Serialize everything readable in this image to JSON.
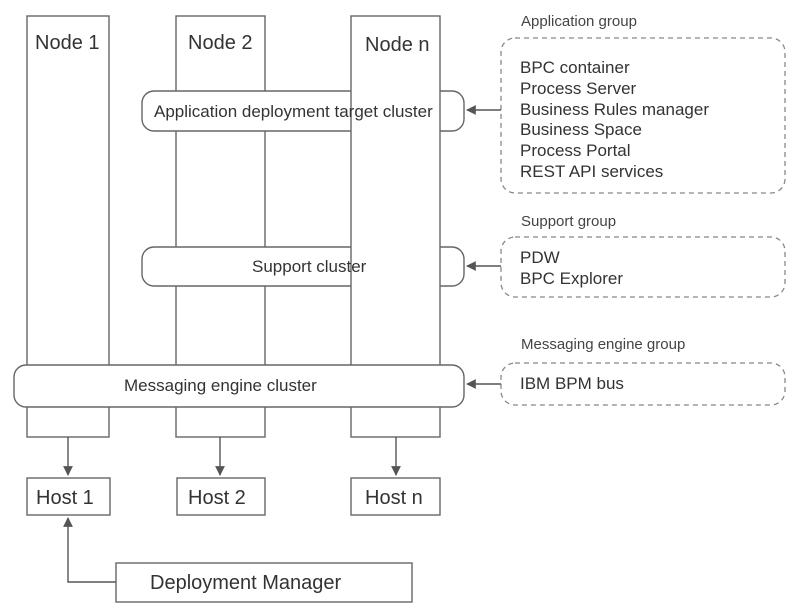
{
  "nodes": [
    {
      "label": "Node 1"
    },
    {
      "label": "Node 2"
    },
    {
      "label": "Node n"
    }
  ],
  "clusters": {
    "application": "Application deployment  target cluster",
    "support": "Support cluster",
    "messaging": "Messaging engine cluster"
  },
  "groups": {
    "application": {
      "title": "Application group",
      "items": [
        "BPC container",
        "Process Server",
        "Business Rules manager",
        "Business Space",
        "Process Portal",
        "REST API services"
      ]
    },
    "support": {
      "title": "Support group",
      "items": [
        "PDW",
        "BPC Explorer"
      ]
    },
    "messaging": {
      "title": "Messaging engine group",
      "items": [
        "IBM BPM bus"
      ]
    }
  },
  "hosts": [
    {
      "label": "Host 1"
    },
    {
      "label": "Host 2"
    },
    {
      "label": "Host n"
    }
  ],
  "deployment_manager": "Deployment  Manager"
}
